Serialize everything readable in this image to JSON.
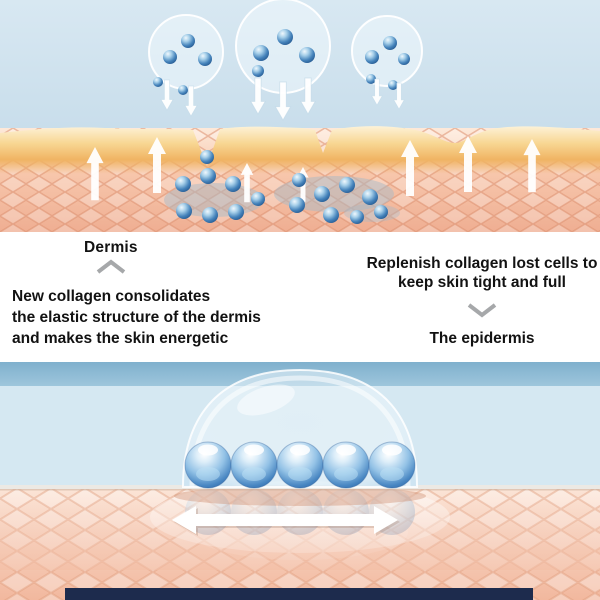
{
  "captions": {
    "dermis_label": "Dermis",
    "left_lines": [
      "New collagen consolidates",
      "the elastic structure of the dermis",
      "and makes the skin energetic"
    ],
    "right_lines": [
      "Replenish collagen lost cells to",
      "keep skin tight and full"
    ],
    "epidermis_label": "The epidermis"
  },
  "icons": {
    "dermis_pointer": "chevron-up",
    "epidermis_pointer": "chevron-down",
    "absorption_arrows": "down-arrow",
    "regeneration_arrows": "up-arrow",
    "spread_arrow": "double-headed-horizontal-arrow"
  },
  "colors": {
    "sky_blue": "#cde1ed",
    "band_blue": "#8fbad4",
    "epidermis_yellow": "#f2bc6a",
    "dermis_pink": "#f4bca2",
    "collagen_ball_blue": "#2f6bae",
    "footer_navy": "#1d2b4d",
    "text": "#121212"
  }
}
